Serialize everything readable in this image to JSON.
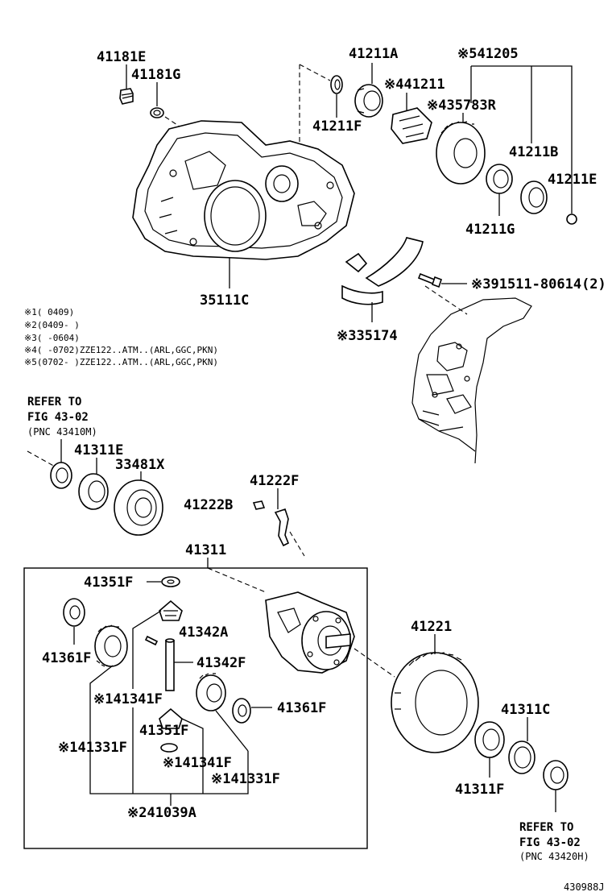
{
  "labels": {
    "p41181E": "41181E",
    "p41181G": "41181G",
    "p41211A": "41211A",
    "p41205": "※541205",
    "p41211": "※441211",
    "p35783R": "※435783R",
    "p41211F_top": "41211F",
    "p41211B": "41211B",
    "p41211E": "41211E",
    "p41211G": "41211G",
    "p91511": "※391511-80614(2)",
    "p35111C": "35111C",
    "p35174": "※335174",
    "p41311E": "41311E",
    "p33481X": "33481X",
    "p41222F": "41222F",
    "p41222B": "41222B",
    "p41311": "41311",
    "p41351F_a": "41351F",
    "p41342A": "41342A",
    "p41342F": "41342F",
    "p41361F_a": "41361F",
    "p41341F_a": "※141341F",
    "p41361F_b": "41361F",
    "p41351F_b": "41351F",
    "p41331F_a": "※141331F",
    "p41341F_b": "※141341F",
    "p41331F_b": "※141331F",
    "p41039A": "※241039A",
    "p41221": "41221",
    "p41311C": "41311C",
    "p41311F": "41311F"
  },
  "notes": [
    "※1(      0409)",
    "※2(0409-      )",
    "※3(      -0604)",
    "※4(      -0702)ZZE122..ATM..(ARL,GGC,PKN)",
    "※5(0702-      )ZZE122..ATM..(ARL,GGC,PKN)"
  ],
  "refer_left": {
    "line1": "REFER TO",
    "line2": "FIG 43-02",
    "line3": "(PNC 43410M)"
  },
  "refer_right": {
    "line1": "REFER TO",
    "line2": "FIG 43-02",
    "line3": "(PNC 43420H)"
  },
  "figure_id": "430988J"
}
